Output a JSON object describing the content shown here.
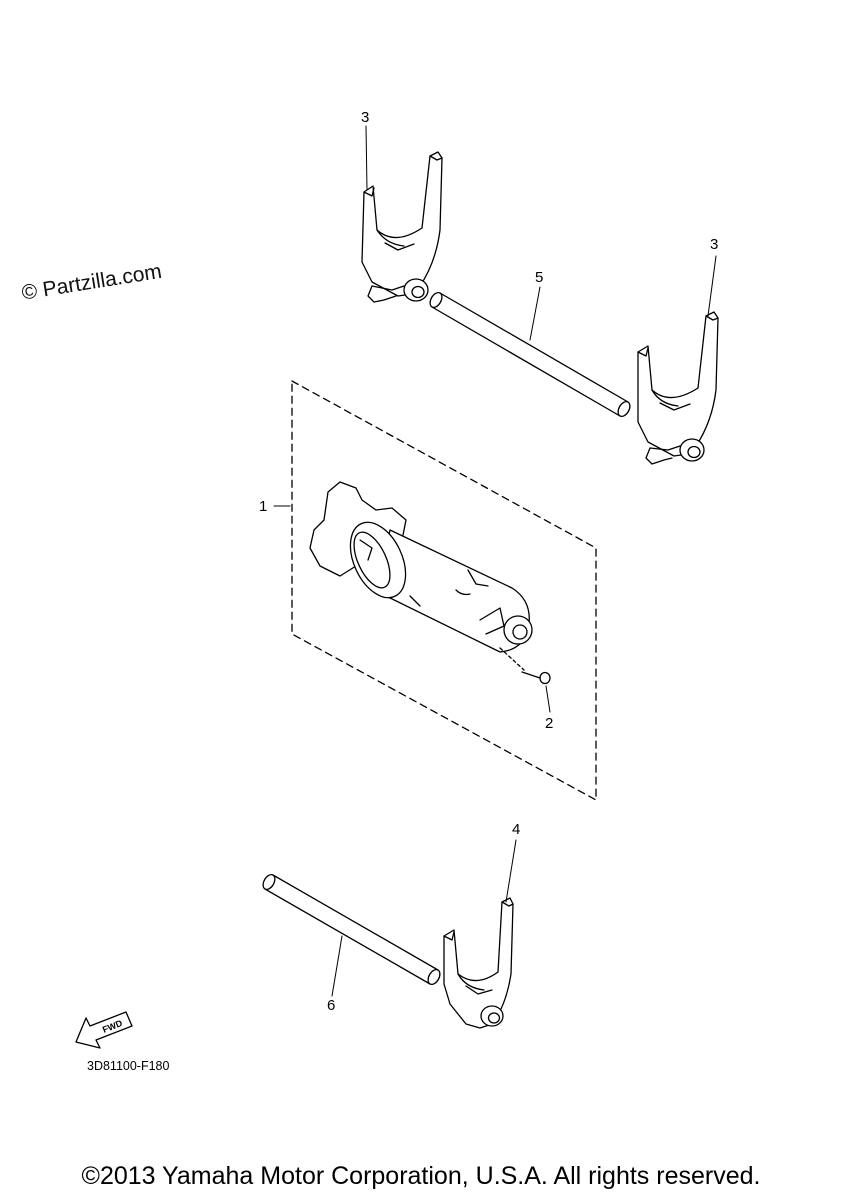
{
  "watermark": "© Partzilla.com",
  "callouts": [
    {
      "id": "ref-3-upper",
      "label": "3"
    },
    {
      "id": "ref-3-right",
      "label": "3"
    },
    {
      "id": "ref-5",
      "label": "5"
    },
    {
      "id": "ref-1",
      "label": "1"
    },
    {
      "id": "ref-2",
      "label": "2"
    },
    {
      "id": "ref-4",
      "label": "4"
    },
    {
      "id": "ref-6",
      "label": "6"
    }
  ],
  "fwd_label": "FWD",
  "drawing_code": "3D81100-F180",
  "copyright": "©2013 Yamaha Motor Corporation, U.S.A. All rights reserved."
}
